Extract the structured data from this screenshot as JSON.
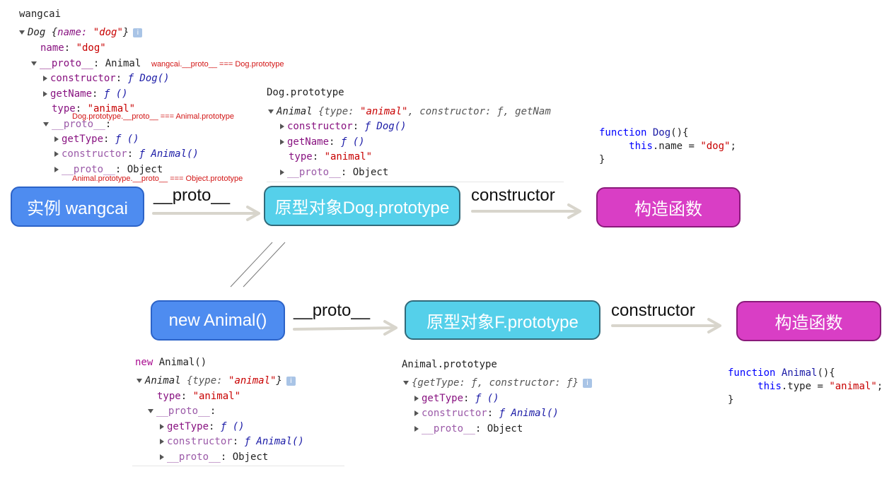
{
  "console1": {
    "var_name": "wangcai",
    "summary_type": "Dog",
    "summary_body_open": " {",
    "summary_key": "name: ",
    "summary_val": "\"dog\"",
    "summary_close": "}",
    "name_key": "name",
    "name_val": "\"dog\"",
    "proto_key": "__proto__",
    "proto_type": ": Animal",
    "constructor_key": "constructor",
    "constructor_val": "ƒ Dog()",
    "getname_key": "getName",
    "getname_val": "ƒ ()",
    "type_key": "type",
    "type_val": "\"animal\"",
    "proto2_key": "__proto__",
    "proto2_colon": ":",
    "gettype_key": "getType",
    "gettype_val": "ƒ ()",
    "constructor2_key": "constructor",
    "constructor2_val": "ƒ Animal()",
    "proto3_key": "__proto__",
    "proto3_type": ": Object"
  },
  "notes": {
    "n1": "wangcai.__proto__ === Dog.prototype",
    "n2": "Dog.prototype.__proto__ === Animal.prototype",
    "n3": "Animal.prototype.__proto__ === Object.prototype"
  },
  "console2": {
    "title": "Dog.prototype",
    "summary_type": "Animal",
    "summary_rest": " {type: ",
    "summary_val": "\"animal\"",
    "summary_tail": ", constructor: ƒ, getNam",
    "constructor_key": "constructor",
    "constructor_val": "ƒ Dog()",
    "getname_key": "getName",
    "getname_val": "ƒ ()",
    "type_key": "type",
    "type_val": "\"animal\"",
    "proto_key": "__proto__",
    "proto_type": ": Object"
  },
  "code1": {
    "kw": "function",
    "name": "Dog",
    "sig": "(){",
    "body_this": "this",
    "body_prop": ".name = ",
    "body_val": "\"dog\"",
    "body_end": ";",
    "close": "}"
  },
  "diagram": {
    "box1": "实例 wangcai",
    "arrow1": "__proto__",
    "box2": "原型对象Dog.prototype",
    "arrow2": "constructor",
    "box3": "构造函数",
    "box4": "new Animal()",
    "arrow3": "__proto__",
    "box5": "原型对象F.prototype",
    "arrow4": "constructor",
    "box6": "构造函数"
  },
  "console3": {
    "kw": "new",
    "title_rest": " Animal()",
    "summary_type": "Animal",
    "summary_rest": " {type: ",
    "summary_val": "\"animal\"",
    "summary_close": "}",
    "type_key": "type",
    "type_val": "\"animal\"",
    "proto_key": "__proto__",
    "proto_colon": ":",
    "gettype_key": "getType",
    "gettype_val": "ƒ ()",
    "constructor_key": "constructor",
    "constructor_val": "ƒ Animal()",
    "proto2_key": "__proto__",
    "proto2_type": ": Object"
  },
  "console4": {
    "title": "Animal.prototype",
    "summary": "{getType: ƒ, constructor: ƒ}",
    "gettype_key": "getType",
    "gettype_val": "ƒ ()",
    "constructor_key": "constructor",
    "constructor_val": "ƒ Animal()",
    "proto_key": "__proto__",
    "proto_type": ": Object"
  },
  "code2": {
    "kw": "function",
    "name": "Animal",
    "sig": "(){",
    "body_this": "this",
    "body_prop": ".type = ",
    "body_val": "\"animal\"",
    "body_end": ";",
    "close": "}"
  },
  "colors": {
    "blue_box": "#4e8cf0",
    "cyan_box": "#55d0ea",
    "pink_box": "#d93ec5",
    "arrow": "#d8d5cc",
    "note_red": "#d21414"
  },
  "icons": [
    "info-icon",
    "expand-triangle-icon",
    "collapse-triangle-icon",
    "arrow-right-icon"
  ]
}
